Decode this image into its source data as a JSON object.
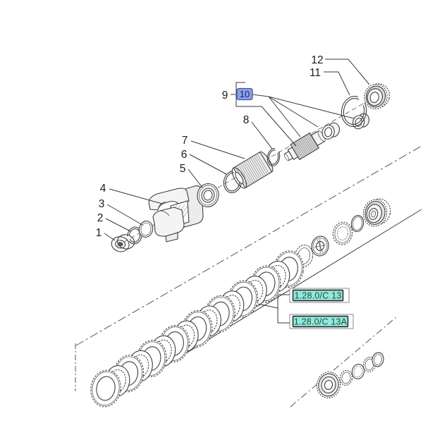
{
  "diagram": {
    "callouts": {
      "c1": "1",
      "c2": "2",
      "c3": "3",
      "c4": "4",
      "c5": "5",
      "c6": "6",
      "c7": "7",
      "c8": "8",
      "c9": "9",
      "c11": "11",
      "c12": "12"
    },
    "selected_callout": {
      "label": "10"
    },
    "section_refs": {
      "primary": "1.28.0/C 13",
      "secondary": "1.28.0/C 13A"
    },
    "colors": {
      "selected_fill": "#8E9FDE",
      "selected_border": "#3D55B0",
      "selected_text": "#16257C",
      "ref_fill": "#90E9DA",
      "ref_border": "#1C1C1C",
      "ref_text": "#2E4742",
      "line": "#3C3C3C"
    }
  }
}
